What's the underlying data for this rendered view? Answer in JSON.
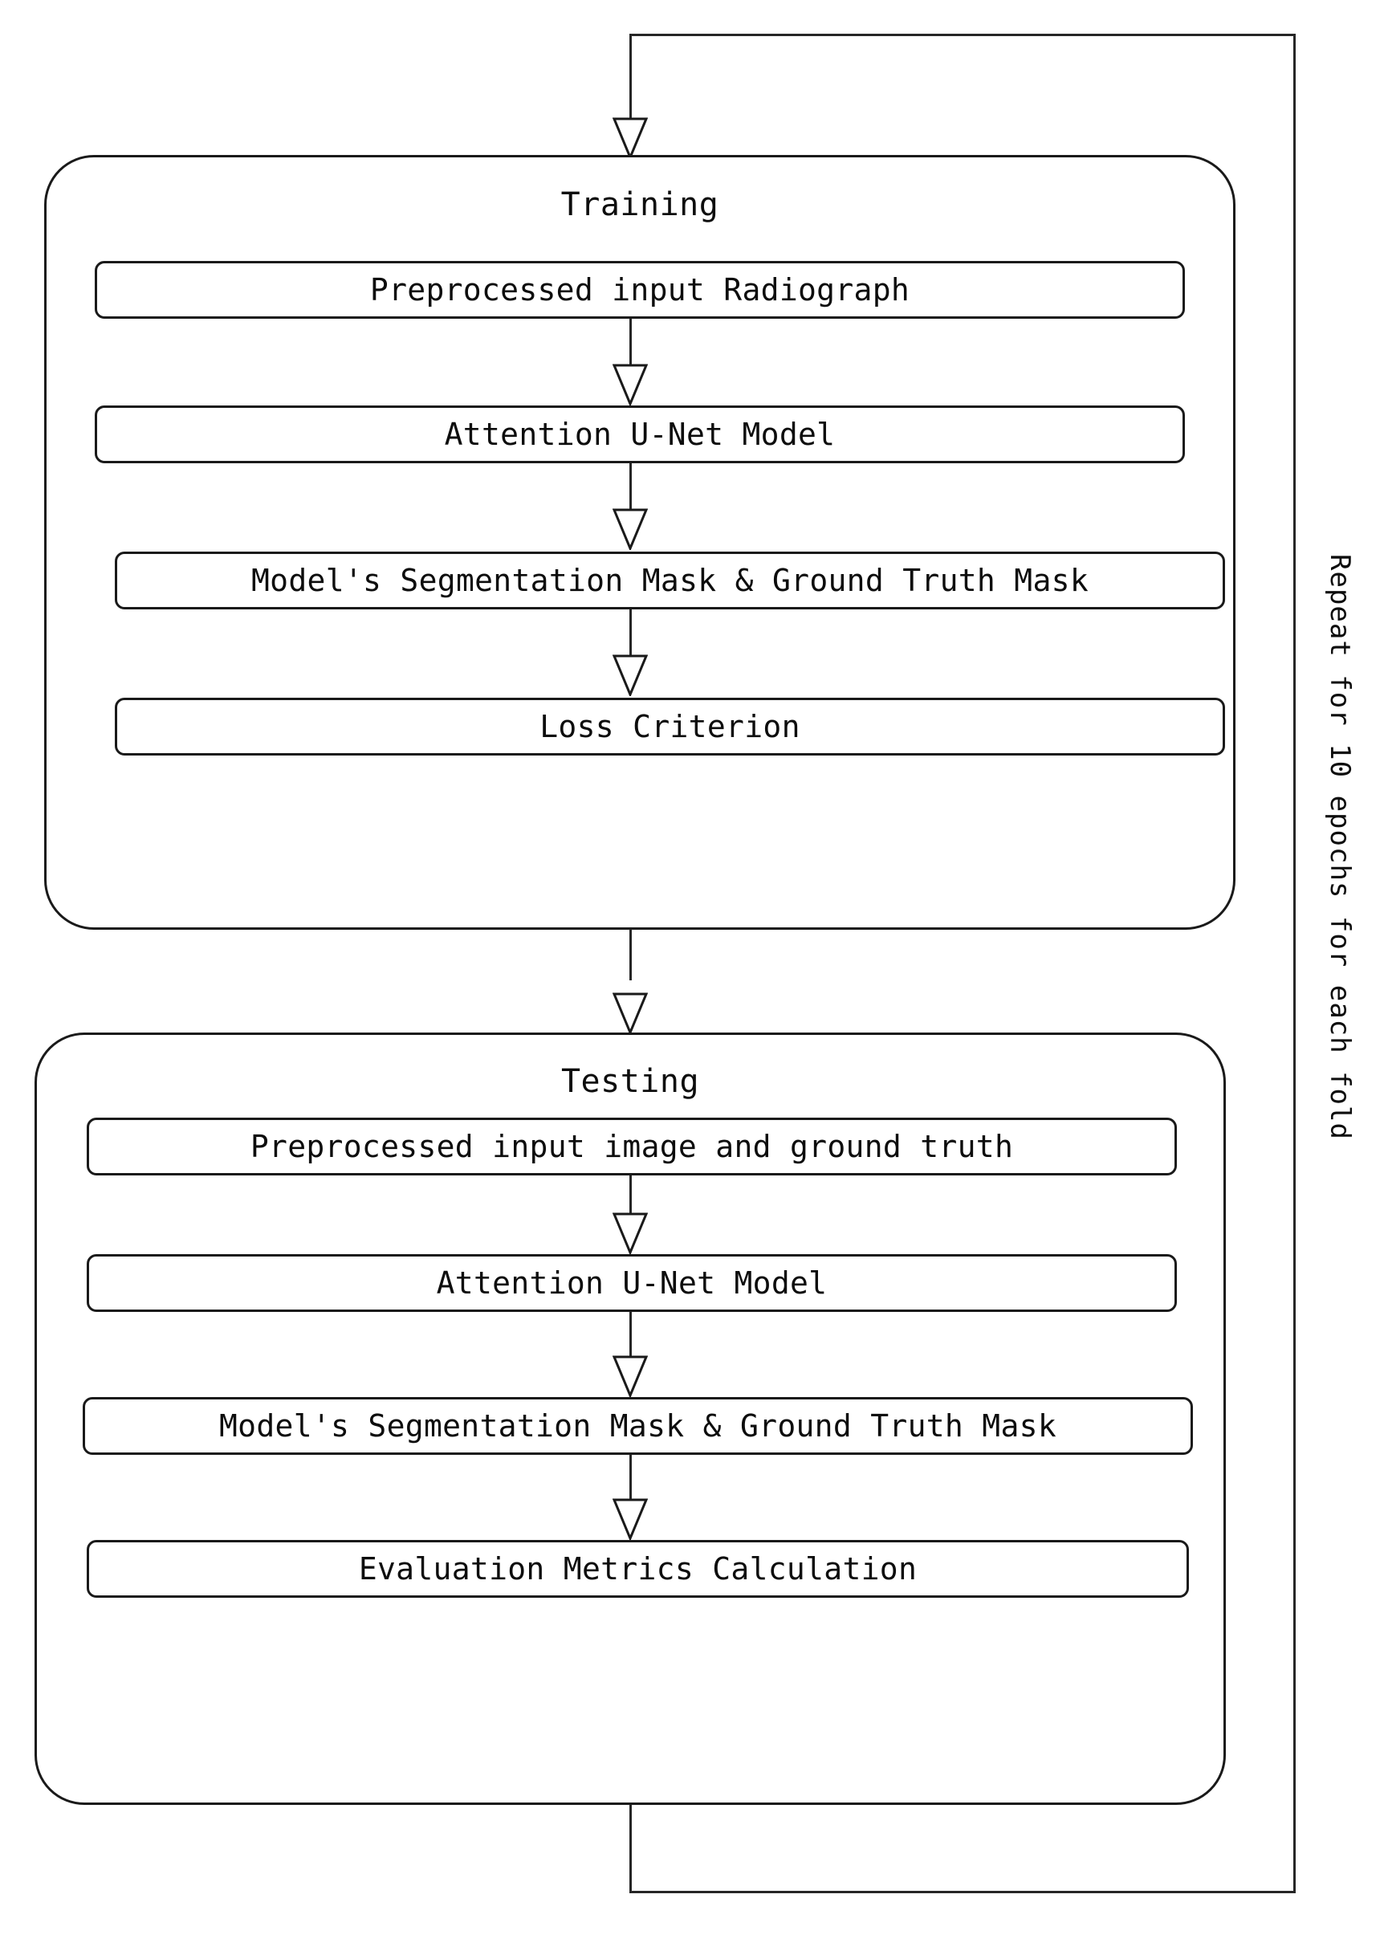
{
  "diagram": {
    "title_semantic": "attention-unet-training-testing-pipeline",
    "loop_caption": "Repeat for 10 epochs for each fold",
    "stroke_color": "#1a1a1a",
    "background_color": "#ffffff"
  },
  "training": {
    "title": "Training",
    "nodes": [
      {
        "label": "Preprocessed input Radiograph"
      },
      {
        "label": "Attention U-Net Model"
      },
      {
        "label": "Model's Segmentation Mask & Ground Truth Mask"
      },
      {
        "label": "Loss Criterion"
      }
    ]
  },
  "testing": {
    "title": "Testing",
    "nodes": [
      {
        "label": "Preprocessed input image and ground truth"
      },
      {
        "label": "Attention U-Net Model"
      },
      {
        "label": "Model's Segmentation Mask & Ground Truth Mask"
      },
      {
        "label": "Evaluation Metrics Calculation"
      }
    ]
  }
}
